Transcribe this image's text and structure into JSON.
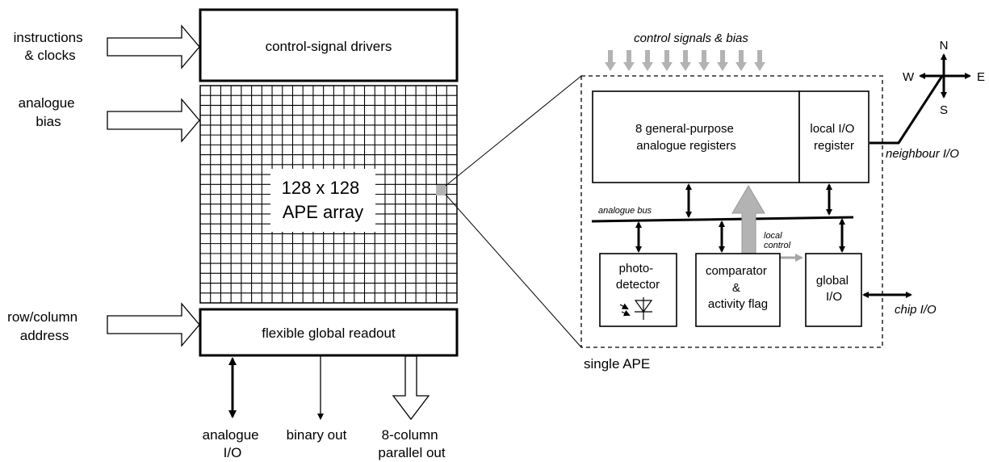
{
  "left": {
    "inputs": {
      "instructions": [
        "instructions",
        "& clocks"
      ],
      "analogue_bias": [
        "analogue",
        "bias"
      ],
      "row_column": [
        "row/column",
        "address"
      ]
    },
    "control_drivers": "control-signal drivers",
    "array_label": [
      "128 x 128",
      "APE array"
    ],
    "readout": "flexible global readout",
    "outputs": {
      "analogue_io": [
        "analogue",
        "I/O"
      ],
      "binary_out": "binary out",
      "parallel_out": [
        "8-column",
        "parallel out"
      ]
    }
  },
  "ape": {
    "control_signals": "control signals & bias",
    "registers": [
      "8 general-purpose",
      "analogue registers"
    ],
    "local_io_register": [
      "local I/O",
      "register"
    ],
    "analogue_bus": "analogue bus",
    "local_control": [
      "local",
      "control"
    ],
    "photodetector": [
      "photo-",
      "detector"
    ],
    "comparator": [
      "comparator",
      "&",
      "activity flag"
    ],
    "global_io": [
      "global",
      "I/O"
    ],
    "single_ape": "single APE",
    "neighbour_io": "neighbour  I/O",
    "chip_io": "chip I/O",
    "compass": {
      "n": "N",
      "s": "S",
      "e": "E",
      "w": "W"
    }
  },
  "colors": {
    "stroke": "#000000",
    "gray": "#b3b3b3",
    "background": "#ffffff"
  }
}
